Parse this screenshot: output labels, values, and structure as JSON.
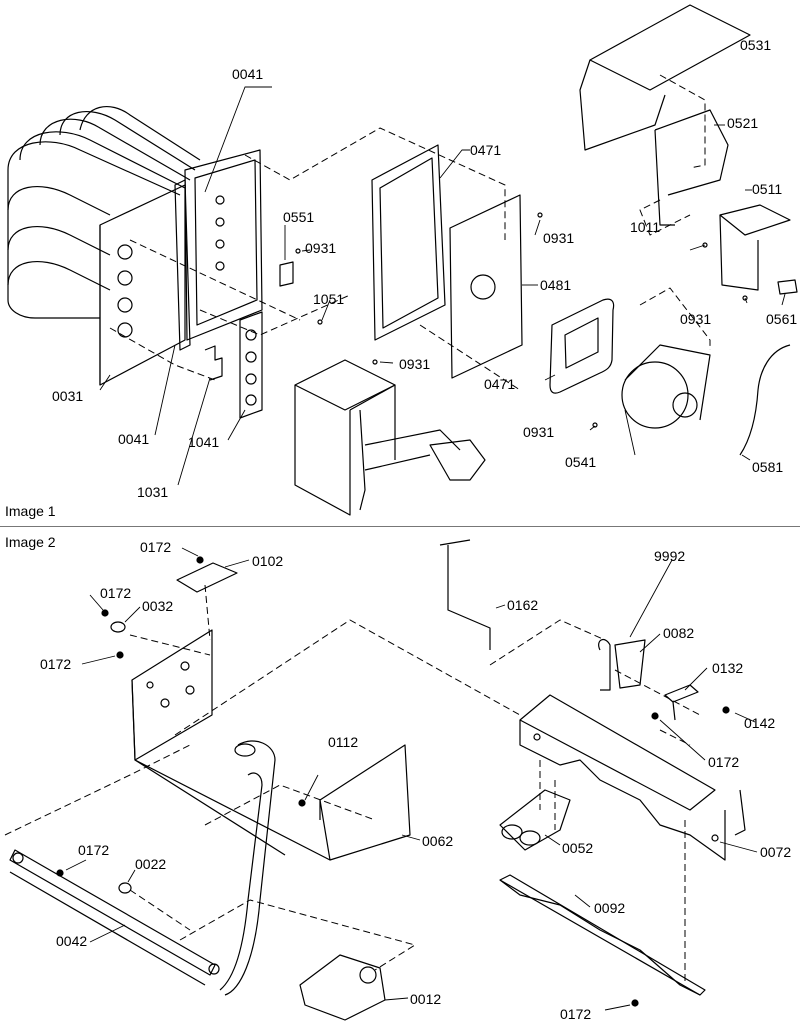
{
  "panels": [
    {
      "title": "Image 1",
      "callouts": [
        "0531",
        "0521",
        "0511",
        "0561",
        "0931",
        "1011",
        "0041",
        "0471",
        "0931",
        "0551",
        "0931",
        "1051",
        "0481",
        "0471",
        "0931",
        "0931",
        "0541",
        "0581",
        "0031",
        "0041",
        "1041",
        "1031"
      ]
    },
    {
      "title": "Image 2",
      "callouts": [
        "0172",
        "0102",
        "0172",
        "0032",
        "0172",
        "0162",
        "9992",
        "0082",
        "0132",
        "0142",
        "0172",
        "0112",
        "0062",
        "0052",
        "0072",
        "0172",
        "0022",
        "0042",
        "0092",
        "0012",
        "0172"
      ]
    }
  ]
}
